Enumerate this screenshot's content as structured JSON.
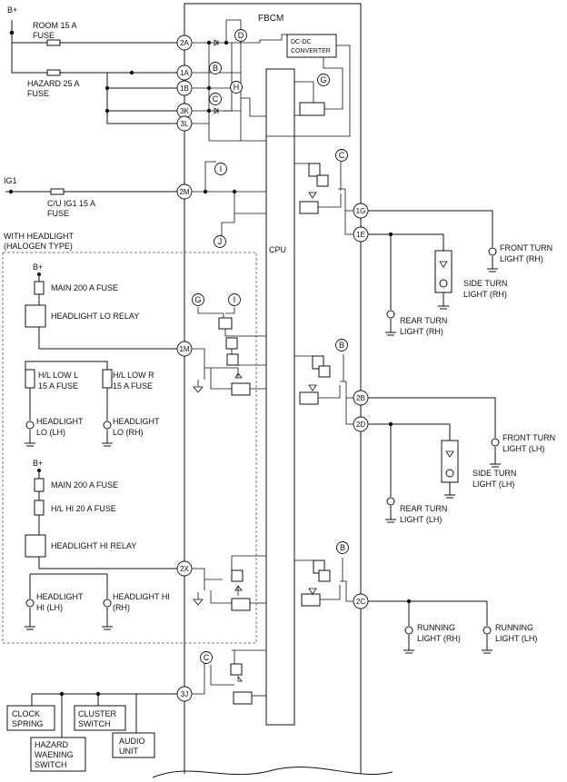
{
  "module": "FBCM",
  "cpu": "CPU",
  "converter": [
    "DC-DC",
    "CONVERTER"
  ],
  "power": {
    "bplus": "B+",
    "ig1": "IG1"
  },
  "fuses": {
    "room": [
      "ROOM 15 A",
      "FUSE"
    ],
    "hazard": [
      "HAZARD 25 A",
      "FUSE"
    ],
    "cu_ig1": [
      "C/U IG1 15 A",
      "FUSE"
    ],
    "main_lo": "MAIN 200 A FUSE",
    "main_hi": "MAIN 200 A FUSE",
    "hl_low_l": [
      "H/L LOW L",
      "15 A FUSE"
    ],
    "hl_low_r": [
      "H/L LOW R",
      "15 A FUSE"
    ],
    "hl_hi": "H/L HI 20 A FUSE"
  },
  "headlight_group": [
    "WITH HEADLIGHT",
    "(HALOGEN TYPE)"
  ],
  "relays": {
    "lo": "HEADLIGHT LO RELAY",
    "hi": "HEADLIGHT HI RELAY"
  },
  "terminals": [
    "2A",
    "1A",
    "1B",
    "3K",
    "3L",
    "2M",
    "1M",
    "2X",
    "3J",
    "1G",
    "1E",
    "2B",
    "2D",
    "2C"
  ],
  "refs": {
    "B": "B",
    "C": "C",
    "D": "D",
    "G": "G",
    "H": "H",
    "I": "I",
    "J": "J"
  },
  "loads": {
    "headlight_lo_lh": [
      "HEADLIGHT",
      "LO (LH)"
    ],
    "headlight_lo_rh": [
      "HEADLIGHT",
      "LO (RH)"
    ],
    "headlight_hi_lh": [
      "HEADLIGHT",
      "HI (LH)"
    ],
    "headlight_hi_rh": [
      "HEADLIGHT HI",
      "(RH)"
    ],
    "front_turn_rh": [
      "FRONT TURN",
      "LIGHT (RH)"
    ],
    "side_turn_rh": [
      "SIDE TURN",
      "LIGHT (RH)"
    ],
    "rear_turn_rh": [
      "REAR TURN",
      "LIGHT (RH)"
    ],
    "front_turn_lh": [
      "FRONT TURN",
      "LIGHT (LH)"
    ],
    "side_turn_lh": [
      "SIDE TURN",
      "LIGHT (LH)"
    ],
    "rear_turn_lh": [
      "REAR TURN",
      "LIGHT (LH)"
    ],
    "running_rh": [
      "RUNNING",
      "LIGHT (RH)"
    ],
    "running_lh": [
      "RUNNING",
      "LIGHT (LH)"
    ]
  },
  "switches": {
    "clock_spring": [
      "CLOCK",
      "SPRING"
    ],
    "cluster_switch": [
      "CLUSTER",
      "SWITCH"
    ],
    "audio_unit": [
      "AUDIO",
      "UNIT"
    ],
    "hazard_switch": [
      "HAZARD",
      "WAENING",
      "SWITCH"
    ]
  }
}
